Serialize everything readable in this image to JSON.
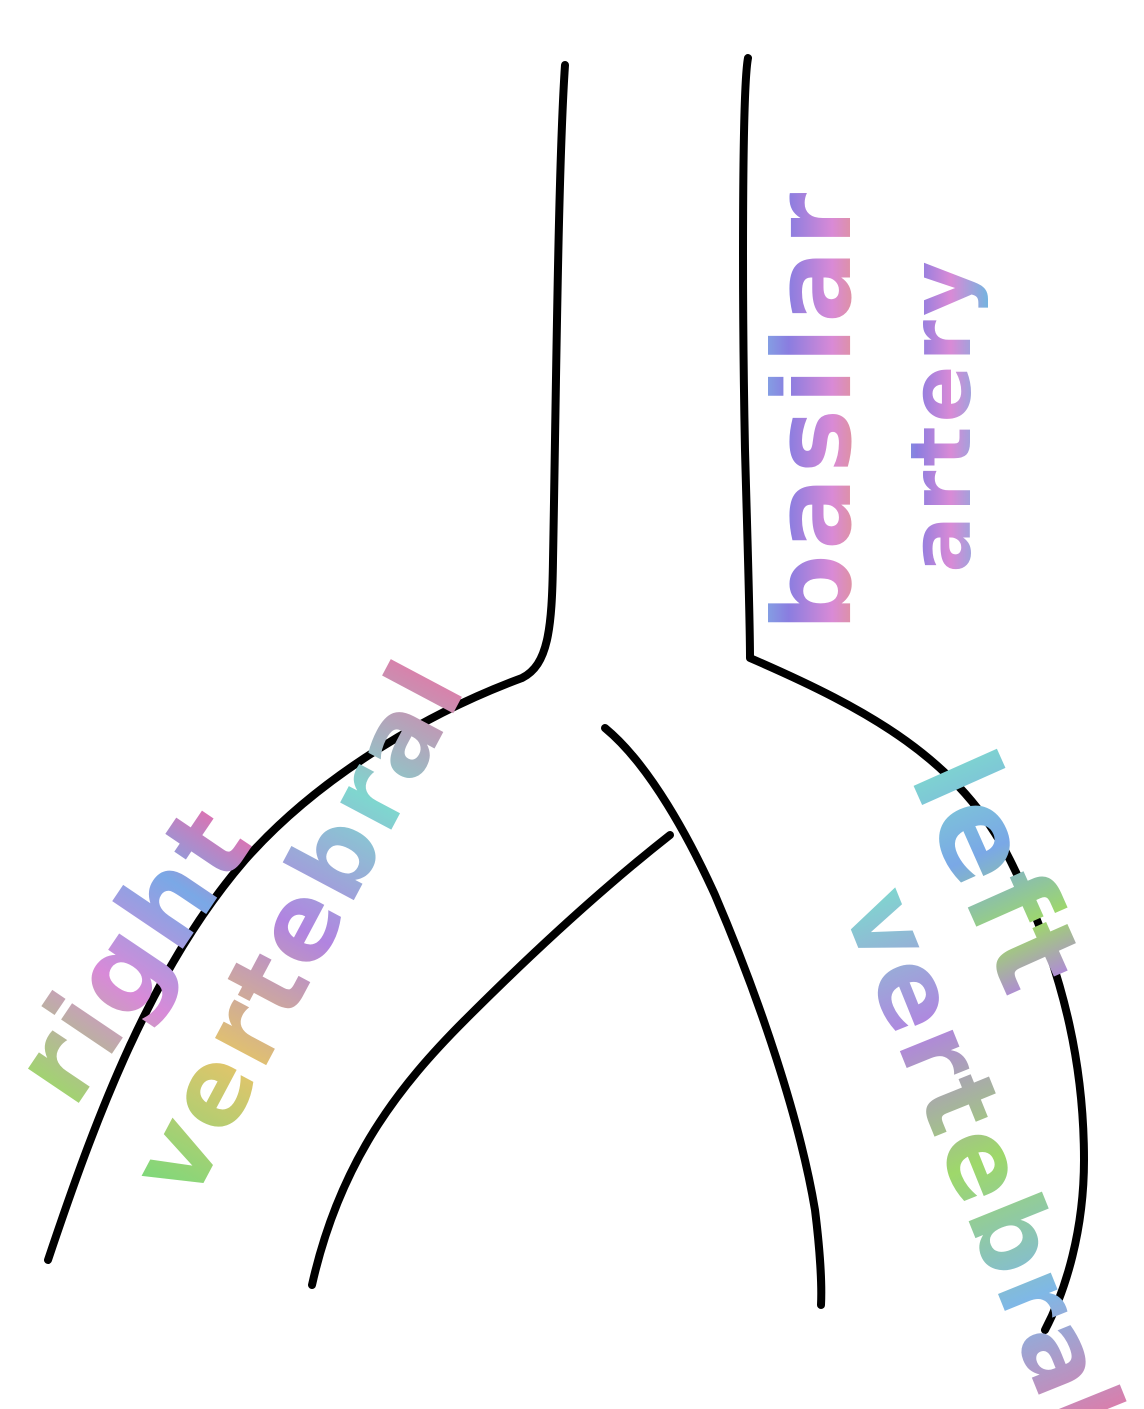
{
  "labels": {
    "basilar": "basilar",
    "artery": "artery",
    "right_vertebral_1": "right",
    "right_vertebral_2": "vertebral",
    "left_vertebral_1": "left",
    "left_vertebral_2": "vertebral"
  },
  "colors": {
    "vessel_stroke": "#000000",
    "basilar_gradient": [
      "#e39a6b",
      "#d98ad6",
      "#8a7de0",
      "#7fb8e6"
    ],
    "artery_gradient": [
      "#6fb6e0",
      "#d98ad6",
      "#8a7de0",
      "#6fb6e0"
    ],
    "right_gradient": [
      "#9ed86a",
      "#d88ad8",
      "#7aa8e6",
      "#e070b0"
    ],
    "vertebral_right_gradient": [
      "#7ed87a",
      "#e3c46a",
      "#b184e0",
      "#7fd6cf",
      "#e07aa8"
    ],
    "left_gradient": [
      "#7fd6cf",
      "#7aa8e6",
      "#9ed86a",
      "#b184e0"
    ],
    "vertebral_left_gradient": [
      "#7fd6cf",
      "#b184e0",
      "#9ed86a",
      "#7fb8e6",
      "#e07aa8"
    ]
  }
}
